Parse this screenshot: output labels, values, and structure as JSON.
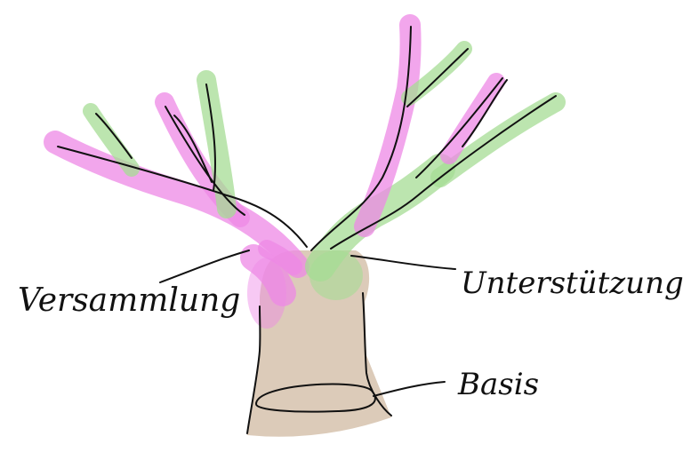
{
  "labels": {
    "left": "Versammlung",
    "right": "Unterstützung",
    "base": "Basis"
  },
  "colors": {
    "trunk": "#dccbb9",
    "left_branches": "#ee88e6",
    "right_branches": "#a6dc94",
    "ink": "#111111"
  }
}
